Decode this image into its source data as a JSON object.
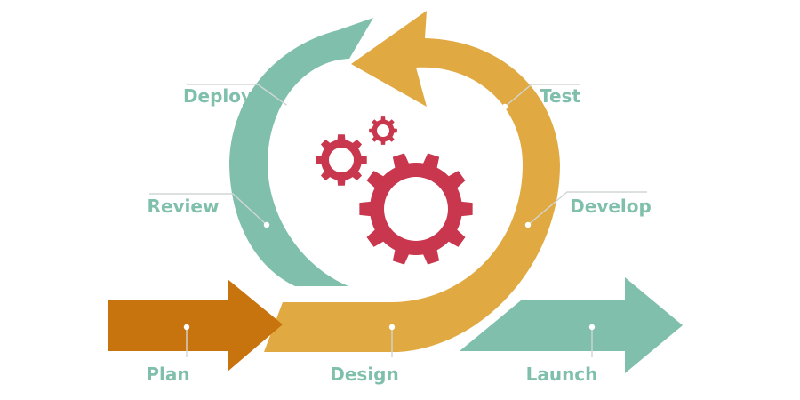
{
  "colors": {
    "teal": "#7fbfab",
    "gold": "#e0a941",
    "orange": "#c8740e",
    "gear_red": "#c8374d",
    "label_teal": "#7fbfab",
    "leader_gray": "#d0d6d4",
    "background": "#ffffff"
  },
  "stages": {
    "plan": "Plan",
    "design": "Design",
    "develop": "Develop",
    "test": "Test",
    "deploy": "Deploy",
    "review": "Review",
    "launch": "Launch"
  },
  "icons": [
    "gear-icon-large",
    "gear-icon-medium",
    "gear-icon-small"
  ]
}
